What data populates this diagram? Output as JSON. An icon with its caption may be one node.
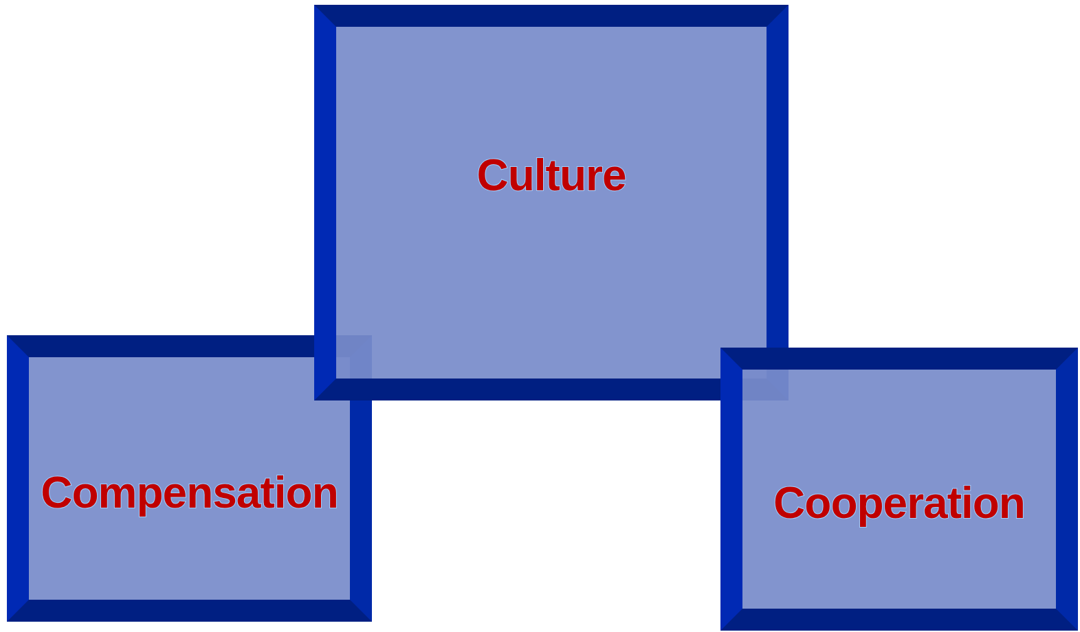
{
  "diagram": {
    "nodes": [
      {
        "text": [
          "Culture"
        ]
      },
      {
        "text": [
          "Compensation"
        ]
      },
      {
        "text": [
          "Cooperation"
        ]
      }
    ]
  }
}
